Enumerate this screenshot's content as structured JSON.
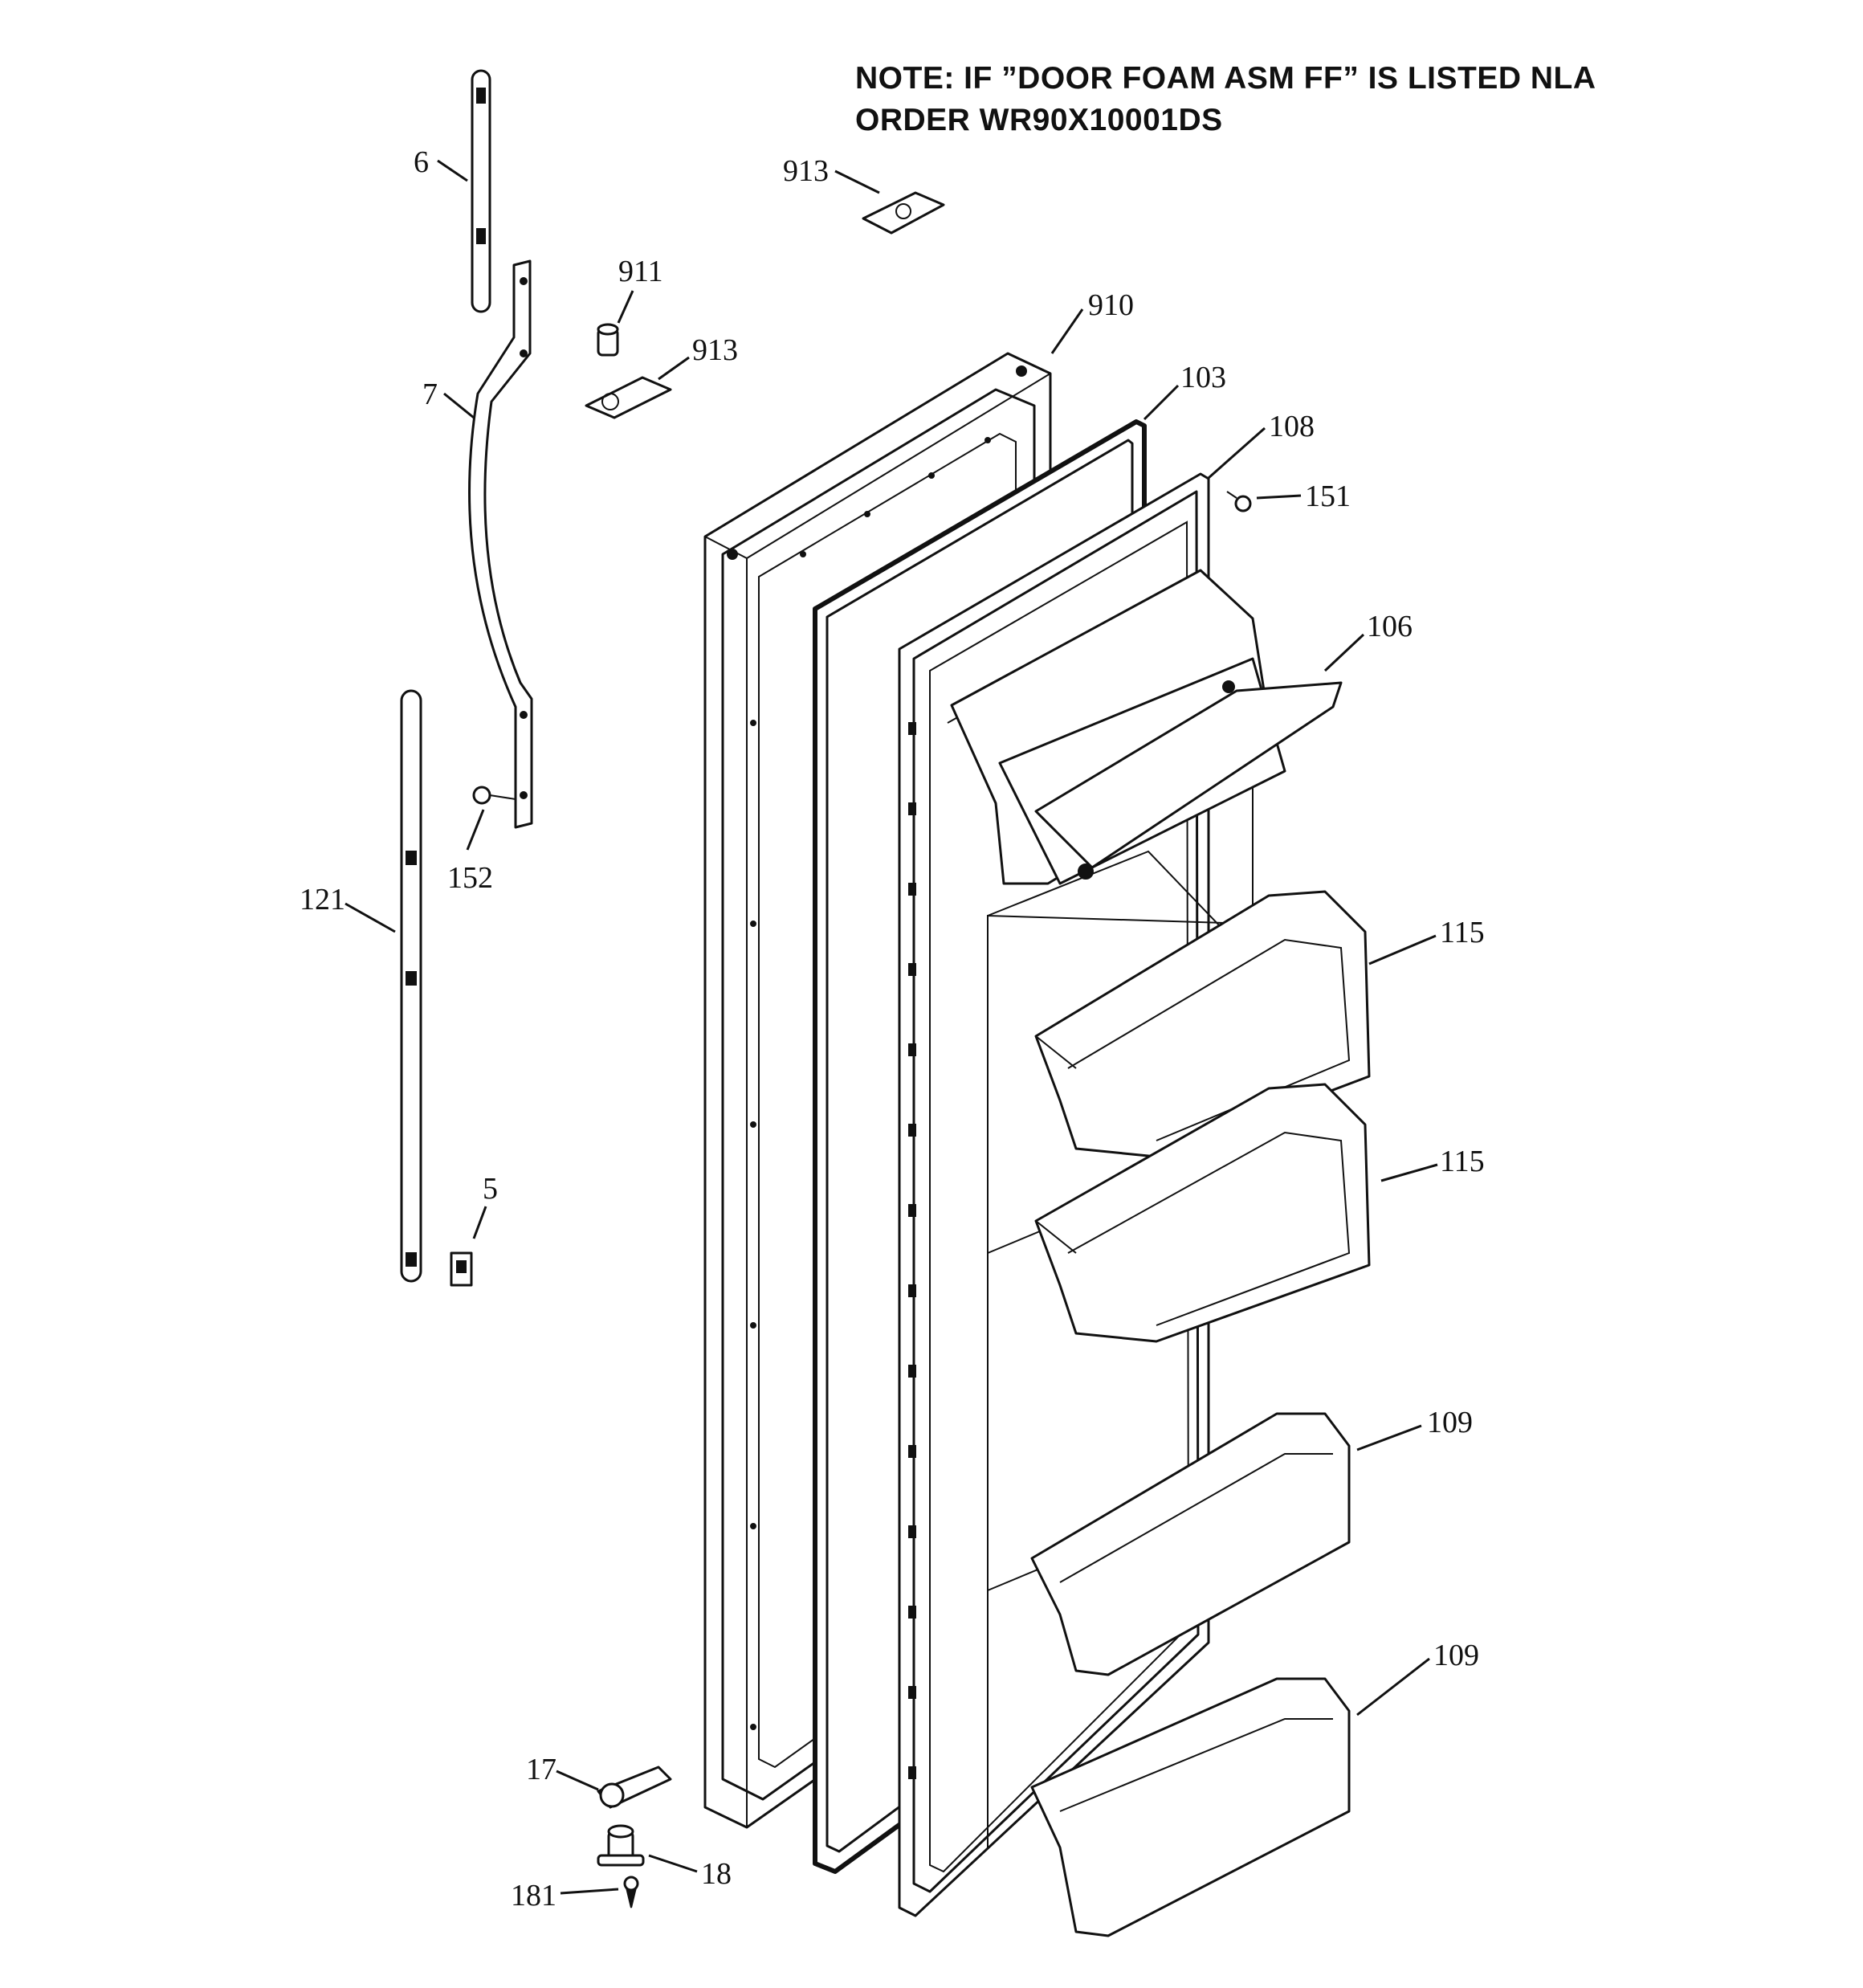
{
  "note": {
    "line1": "NOTE: IF ”DOOR FOAM ASM FF” IS LISTED NLA",
    "line2": "ORDER WR90X10001DS"
  },
  "callouts": {
    "c6": "6",
    "c7": "7",
    "c913a": "913",
    "c911": "911",
    "c913b": "913",
    "c910": "910",
    "c103": "103",
    "c108": "108",
    "c151": "151",
    "c106": "106",
    "c121": "121",
    "c152": "152",
    "c115a": "115",
    "c115b": "115",
    "c5": "5",
    "c109a": "109",
    "c109b": "109",
    "c17": "17",
    "c18": "18",
    "c181": "181"
  }
}
